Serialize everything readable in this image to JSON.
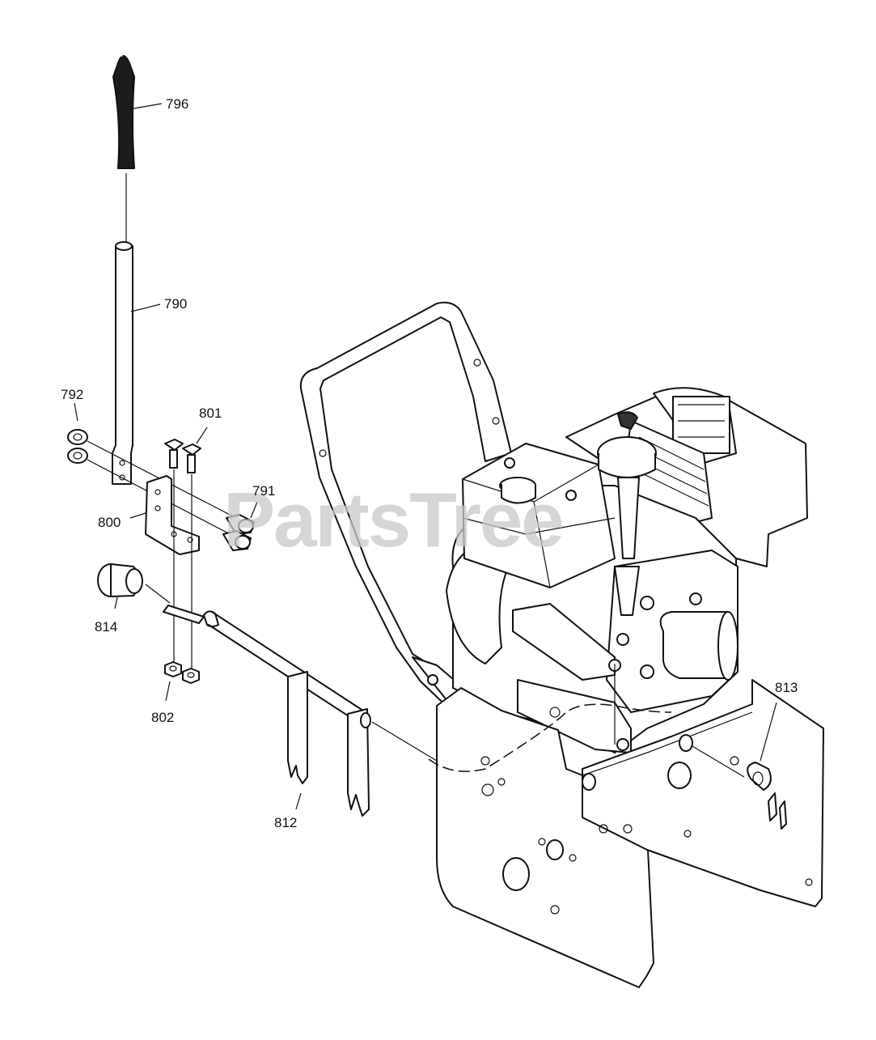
{
  "watermark": {
    "text": "PartsTree"
  },
  "callouts": [
    {
      "id": "796",
      "label": "796"
    },
    {
      "id": "790",
      "label": "790"
    },
    {
      "id": "792",
      "label": "792"
    },
    {
      "id": "801",
      "label": "801"
    },
    {
      "id": "791",
      "label": "791"
    },
    {
      "id": "800",
      "label": "800"
    },
    {
      "id": "814",
      "label": "814"
    },
    {
      "id": "802",
      "label": "802"
    },
    {
      "id": "812",
      "label": "812"
    },
    {
      "id": "813",
      "label": "813"
    }
  ]
}
